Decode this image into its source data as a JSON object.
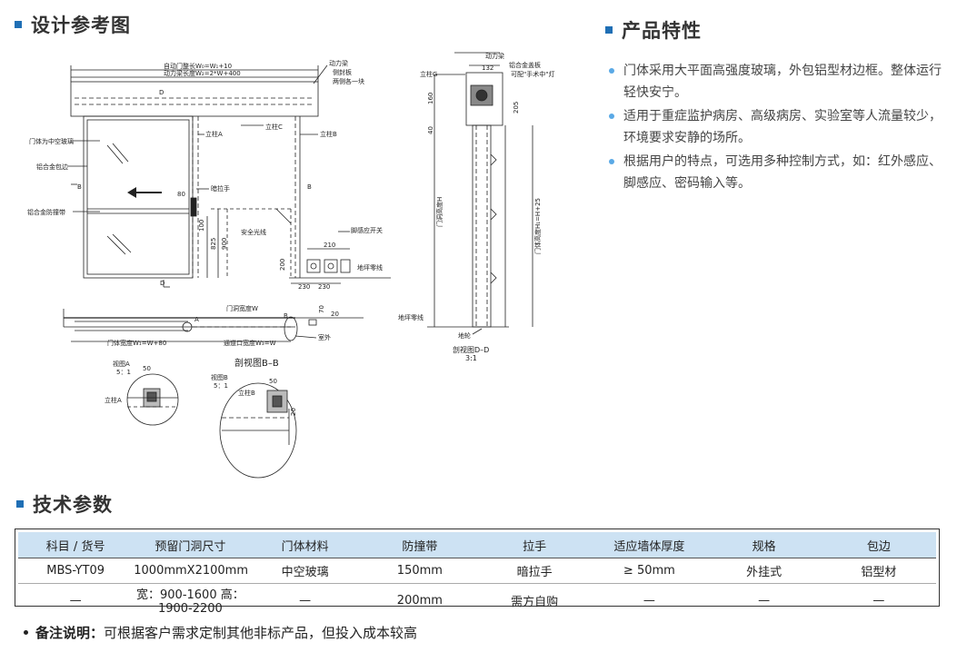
{
  "sections": {
    "design_ref": "设计参考图",
    "features": "产品特性",
    "params": "技术参数"
  },
  "features": [
    "门体采用大平面高强度玻璃，外包铝型材边框。整体运行轻快安宁。",
    "适用于重症监护病房、高级病房、实验室等人流量较少，环境要求安静的场所。",
    "根据用户的特点，可选用多种控制方式，如：红外感应、脚感应、密码输入等。"
  ],
  "drawing": {
    "top_dims": [
      "自动门整长W₀=W₁+10",
      "动力梁长度W₂=2*W+400"
    ],
    "right_labels": [
      "动力梁",
      "侧封板",
      "两侧各一块"
    ],
    "left_labels": [
      "门体为中空玻璃",
      "铝合金包边",
      "铝合金防撞带"
    ],
    "posts": [
      "立柱A",
      "立柱C",
      "立柱B"
    ],
    "handle": "暗拉手",
    "safety": "安全光线",
    "foot_switch": "脚感应开关",
    "floor_line": "地坪零线",
    "small_dims": [
      "80",
      "100",
      "825",
      "900",
      "200",
      "210",
      "230",
      "230"
    ],
    "markers": [
      "D",
      "D",
      "B",
      "B",
      "A",
      "B"
    ],
    "plan_labels": [
      "门洞宽度W",
      "门体宽度W₁=W+80",
      "通道口宽度W₃=W",
      "室外"
    ],
    "plan_dims": [
      "20",
      "70"
    ],
    "view_a": [
      "视图A",
      "5：1",
      "50",
      "立柱A"
    ],
    "view_b": [
      "视图B",
      "5：1",
      "50",
      "立柱B",
      "20"
    ],
    "section_bb": "剖视图B–B",
    "side_labels": [
      "动力梁",
      "铝合金盖板",
      "可配\"手术中\"灯",
      "立柱G",
      "门洞高度H",
      "门体高度H₁=H+25",
      "地坪零线",
      "地轮"
    ],
    "side_dims": [
      "132",
      "160",
      "205",
      "40"
    ],
    "section_dd": "剖视图D–D",
    "section_dd_scale": "3:1"
  },
  "table": {
    "headers": [
      "科目 / 货号",
      "预留门洞尺寸",
      "门体材料",
      "防撞带",
      "拉手",
      "适应墙体厚度",
      "规格",
      "包边"
    ],
    "rows": [
      [
        "MBS-YT09",
        "1000mmX2100mm",
        "中空玻璃",
        "150mm",
        "暗拉手",
        "≥ 50mm",
        "外挂式",
        "铝型材"
      ],
      [
        "—",
        "宽：900-1600 高：1900-2200",
        "—",
        "200mm",
        "需方自购",
        "—",
        "—",
        "—"
      ]
    ]
  },
  "note": {
    "label": "备注说明：",
    "text": "可根据客户需求定制其他非标产品，但投入成本较高"
  },
  "colors": {
    "accent": "#1f6fb5",
    "bullet": "#5aa9e6",
    "table_header": "#cde2f3"
  }
}
